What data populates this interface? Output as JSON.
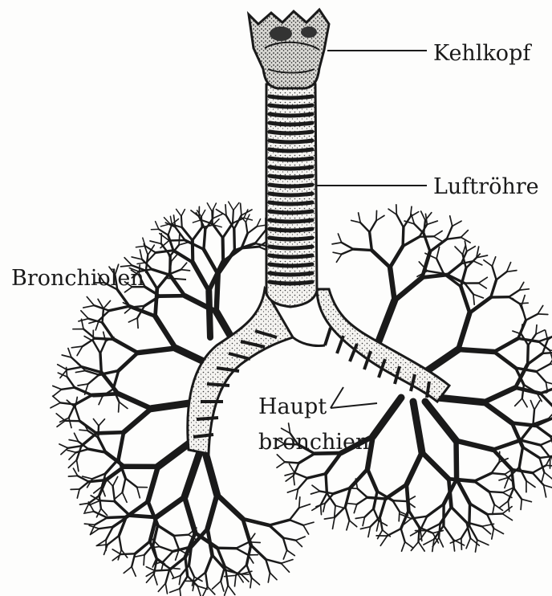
{
  "labels": {
    "kehlkopf": "Kehlkopf",
    "luftroehre": "Luftröhre",
    "bronchiolen": "Bronchiolen",
    "haupt": "Haupt",
    "bronchien": "bronchien"
  },
  "colors": {
    "ink": "#1a1a1a",
    "stipple": "#3a3a3a",
    "background": "#fdfdfc"
  }
}
